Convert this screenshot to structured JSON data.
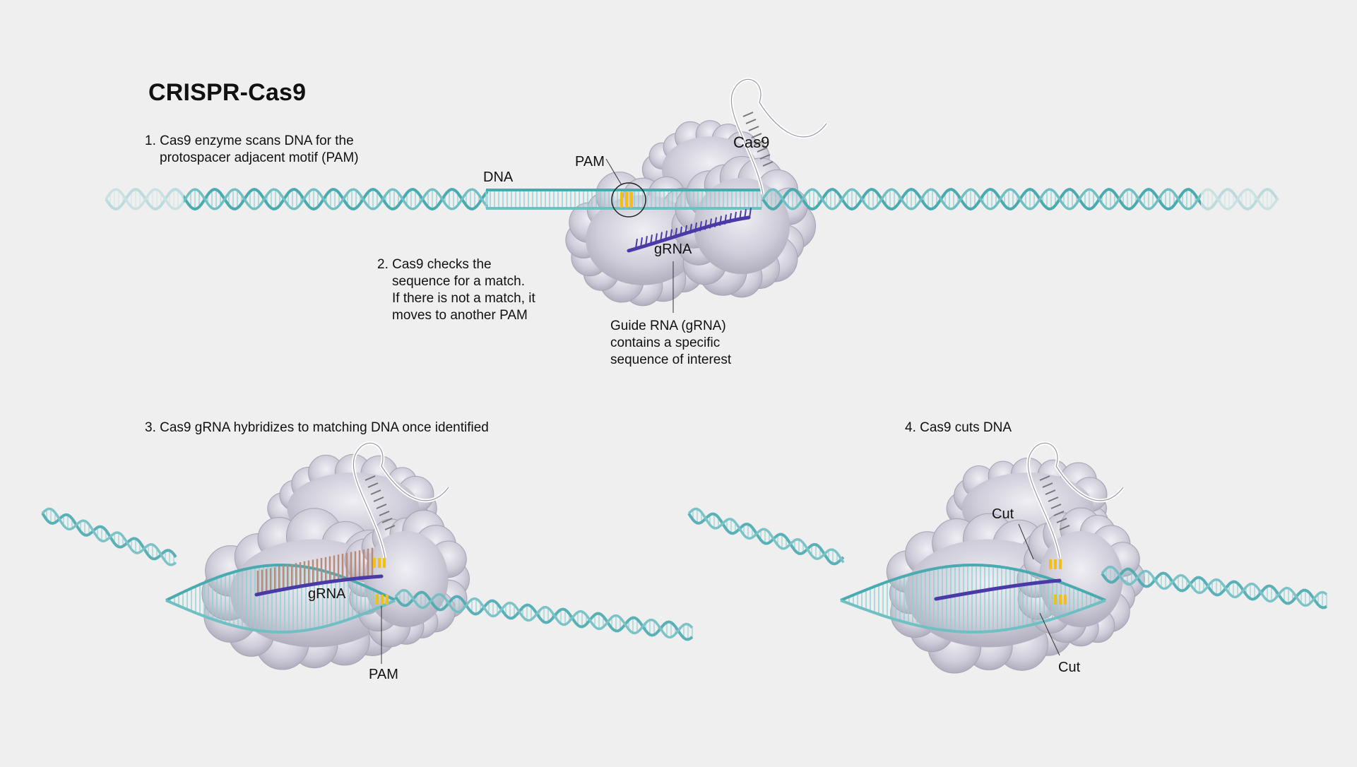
{
  "title": "CRISPR-Cas9",
  "steps": {
    "step1": [
      "1. Cas9 enzyme scans DNA for the",
      "protospacer adjacent motif (PAM)"
    ],
    "step2": [
      "2. Cas9 checks the",
      "sequence for a match.",
      "If there is not a match, it",
      "moves to another PAM"
    ],
    "step3": "3. Cas9 gRNA hybridizes to matching DNA once identified",
    "step4": "4. Cas9 cuts DNA"
  },
  "labels": {
    "dna": "DNA",
    "pam_top": "PAM",
    "cas9": "Cas9",
    "grna_top": "gRNA",
    "guide_rna": [
      "Guide RNA (gRNA)",
      "contains a specific",
      "sequence of interest"
    ],
    "grna_bottom": "gRNA",
    "pam_bottom": "PAM",
    "cut_top": "Cut",
    "cut_bottom": "Cut"
  },
  "colors": {
    "background": "#efefef",
    "dna_strand": "#49aab0",
    "dna_strand_light": "#8fd0d3",
    "grna": "#4a3aa8",
    "pam": "#f2c012",
    "protein": "#c9c8d4",
    "hybrid": "#b98a7a"
  }
}
